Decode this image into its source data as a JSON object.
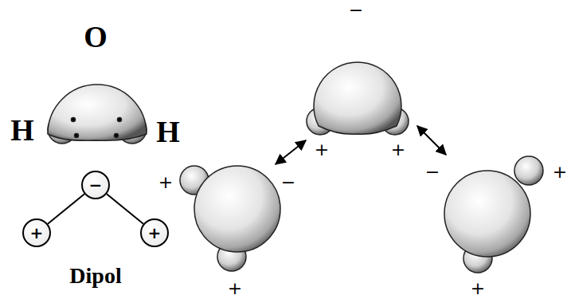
{
  "diagram": {
    "nodes": [
      {
        "text": [
          "−"
        ]
      },
      {
        "text": [
          "+"
        ]
      },
      {
        "text": [
          "+"
        ]
      }
    ],
    "edges": [
      {
        "from": 0,
        "to": 1,
        "arrow": "none"
      },
      {
        "from": 0,
        "to": 2,
        "arrow": "none"
      }
    ],
    "labels": [
      "O",
      "H",
      "H",
      "−",
      "+",
      "+",
      "+",
      "−",
      "−",
      "+",
      "+",
      "Dipol",
      "+"
    ]
  }
}
